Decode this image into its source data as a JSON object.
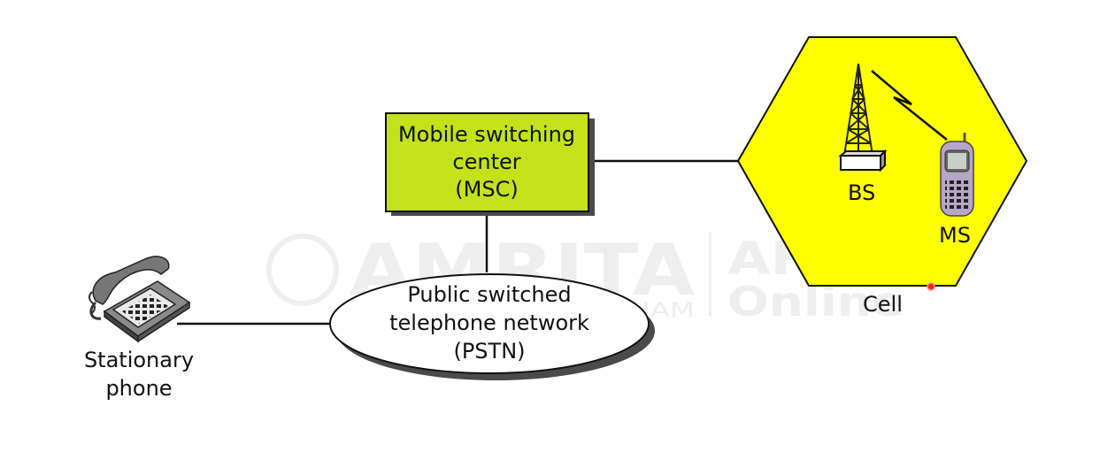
{
  "colors": {
    "msc_fill": "#c4e21a",
    "cell_fill": "#ffff00",
    "line": "#111111",
    "shadow": "#4a4a4a",
    "pointer": "#ff2020",
    "watermark": "#eeeeee"
  },
  "msc": {
    "line1": "Mobile switching",
    "line2": "center",
    "line3": "(MSC)"
  },
  "pstn": {
    "line1": "Public switched",
    "line2": "telephone network",
    "line3": "(PSTN)"
  },
  "cell": {
    "bs_label": "BS",
    "ms_label": "MS",
    "cell_label": "Cell"
  },
  "phone": {
    "line1": "Stationary",
    "line2": "phone"
  },
  "watermark": {
    "brand": "AMRITA",
    "sub": "VISHWA VIDYAPEETHAM",
    "right1": "AHEAD",
    "right2": "Online"
  },
  "icons": [
    "cell-tower-icon",
    "mobile-phone-icon",
    "desk-telephone-icon",
    "wireless-signal-icon"
  ]
}
